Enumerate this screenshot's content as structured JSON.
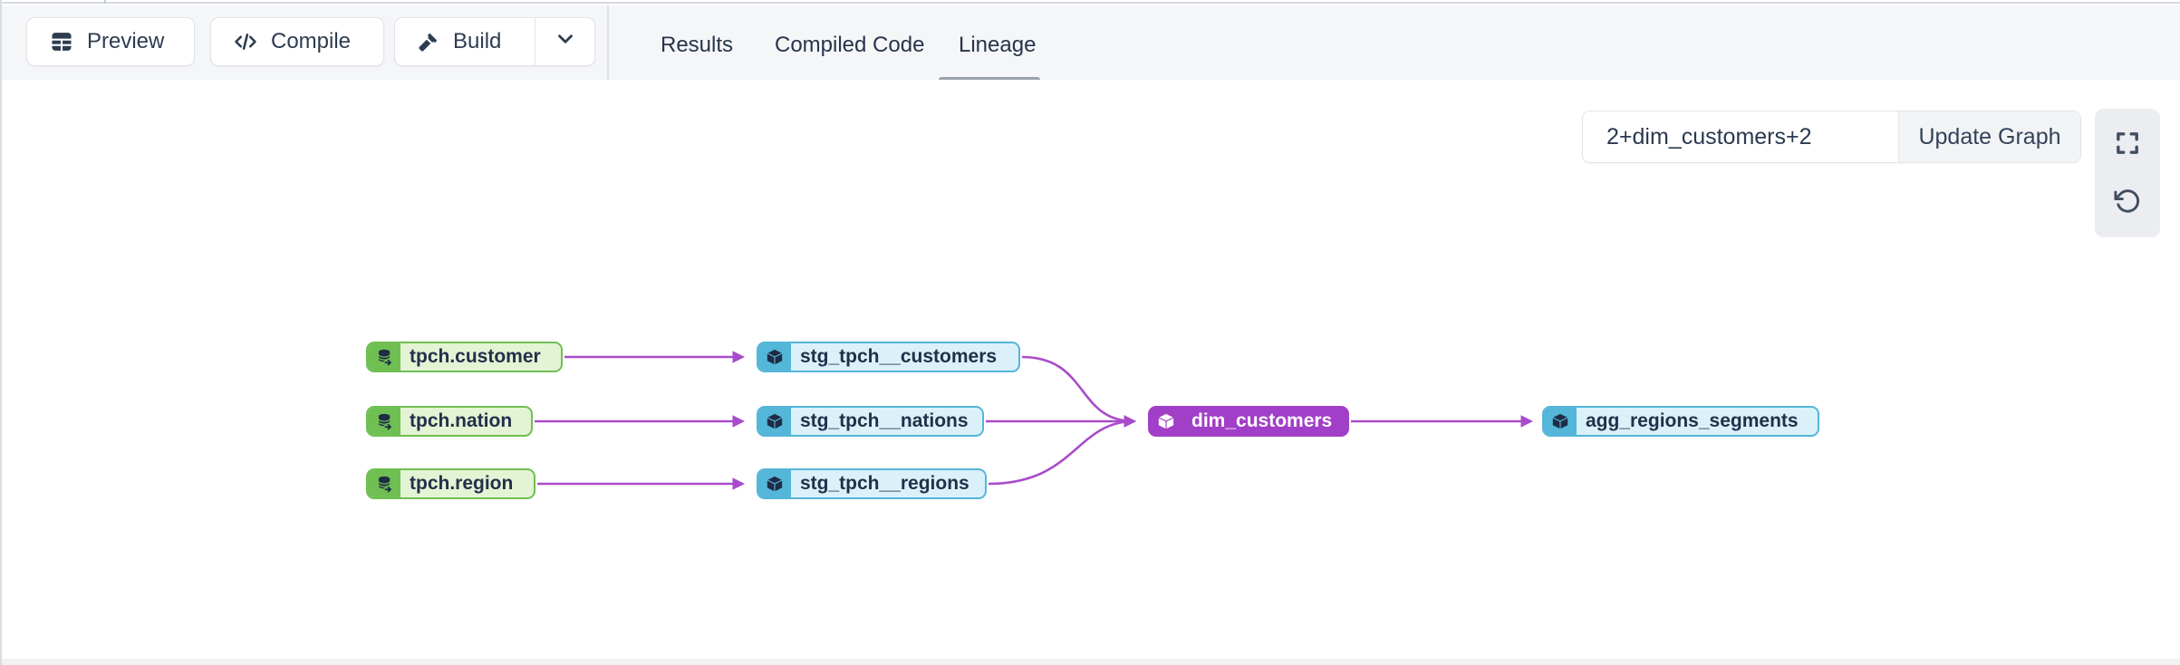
{
  "toolbar": {
    "buttons": [
      {
        "label": "Preview",
        "icon": "table-icon"
      },
      {
        "label": "Compile",
        "icon": "code-icon"
      },
      {
        "label": "Build",
        "icon": "hammer-icon"
      }
    ],
    "build_caret_icon": "chevron-down-icon",
    "tabs": [
      {
        "label": "Results",
        "active": false
      },
      {
        "label": "Compiled Code",
        "active": false
      },
      {
        "label": "Lineage",
        "active": true
      }
    ]
  },
  "lineage": {
    "filter_input": {
      "value": "2+dim_customers+2"
    },
    "update_button_label": "Update Graph",
    "controls": [
      {
        "icon": "fullscreen-icon"
      },
      {
        "icon": "reset-view-icon"
      }
    ],
    "colors": {
      "source_green": "#6fbf53",
      "source_green_light": "#e4f3d4",
      "model_cyan": "#54b6d8",
      "model_cyan_light": "#daf1fa",
      "selected_purple": "#a13fc8",
      "edge_purple": "#a94ccb",
      "node_text": "#22304a"
    },
    "nodes": [
      {
        "label": "tpch.customer",
        "type": "source"
      },
      {
        "label": "tpch.nation",
        "type": "source"
      },
      {
        "label": "tpch.region",
        "type": "source"
      },
      {
        "label": "stg_tpch__customers",
        "type": "model"
      },
      {
        "label": "stg_tpch__nations",
        "type": "model"
      },
      {
        "label": "stg_tpch__regions",
        "type": "model"
      },
      {
        "label": "dim_customers",
        "type": "model-selected"
      },
      {
        "label": "agg_regions_segments",
        "type": "model"
      }
    ],
    "edges": [
      {
        "from": "tpch.customer",
        "to": "stg_tpch__customers"
      },
      {
        "from": "tpch.nation",
        "to": "stg_tpch__nations"
      },
      {
        "from": "tpch.region",
        "to": "stg_tpch__regions"
      },
      {
        "from": "stg_tpch__customers",
        "to": "dim_customers"
      },
      {
        "from": "stg_tpch__nations",
        "to": "dim_customers"
      },
      {
        "from": "stg_tpch__regions",
        "to": "dim_customers"
      },
      {
        "from": "dim_customers",
        "to": "agg_regions_segments"
      }
    ]
  }
}
